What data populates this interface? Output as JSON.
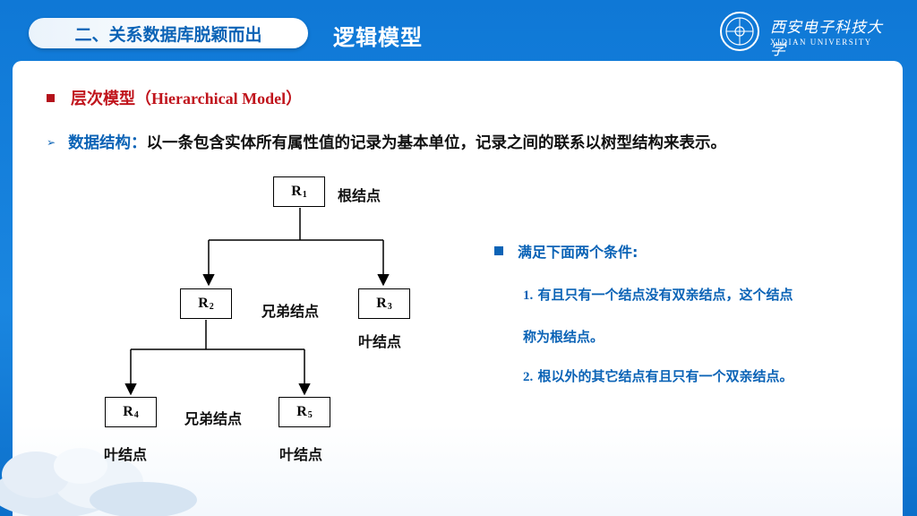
{
  "header": {
    "section_title": "二、关系数据库脱颖而出",
    "page_title": "逻辑模型",
    "logo_cn": "西安电子科技大学",
    "logo_en": "XIDIAN UNIVERSITY"
  },
  "heading": {
    "cn": "层次模型（",
    "en": "Hierarchical Model",
    "close": "）"
  },
  "structure_line": {
    "label": "数据结构：",
    "text": "以一条包含实体所有属性值的记录为基本单位，记录之间的联系以树型结构来表示。"
  },
  "tree": {
    "nodes": [
      {
        "base": "R",
        "sub": "1"
      },
      {
        "base": "R",
        "sub": "2"
      },
      {
        "base": "R",
        "sub": "3"
      },
      {
        "base": "R",
        "sub": "4"
      },
      {
        "base": "R",
        "sub": "5"
      }
    ],
    "labels": {
      "root": "根结点",
      "sibling_upper": "兄弟结点",
      "leaf_r3": "叶结点",
      "sibling_lower": "兄弟结点",
      "leaf_r4": "叶结点",
      "leaf_r5": "叶结点"
    }
  },
  "conditions": {
    "title": "满足下面两个条件:",
    "c1_num": "1.",
    "c1_line1": "有且只有一个结点没有双亲结点，这个结点",
    "c1_line2": "称为根结点。",
    "c2_num": "2.",
    "c2_text": "根以外的其它结点有且只有一个双亲结点。"
  }
}
